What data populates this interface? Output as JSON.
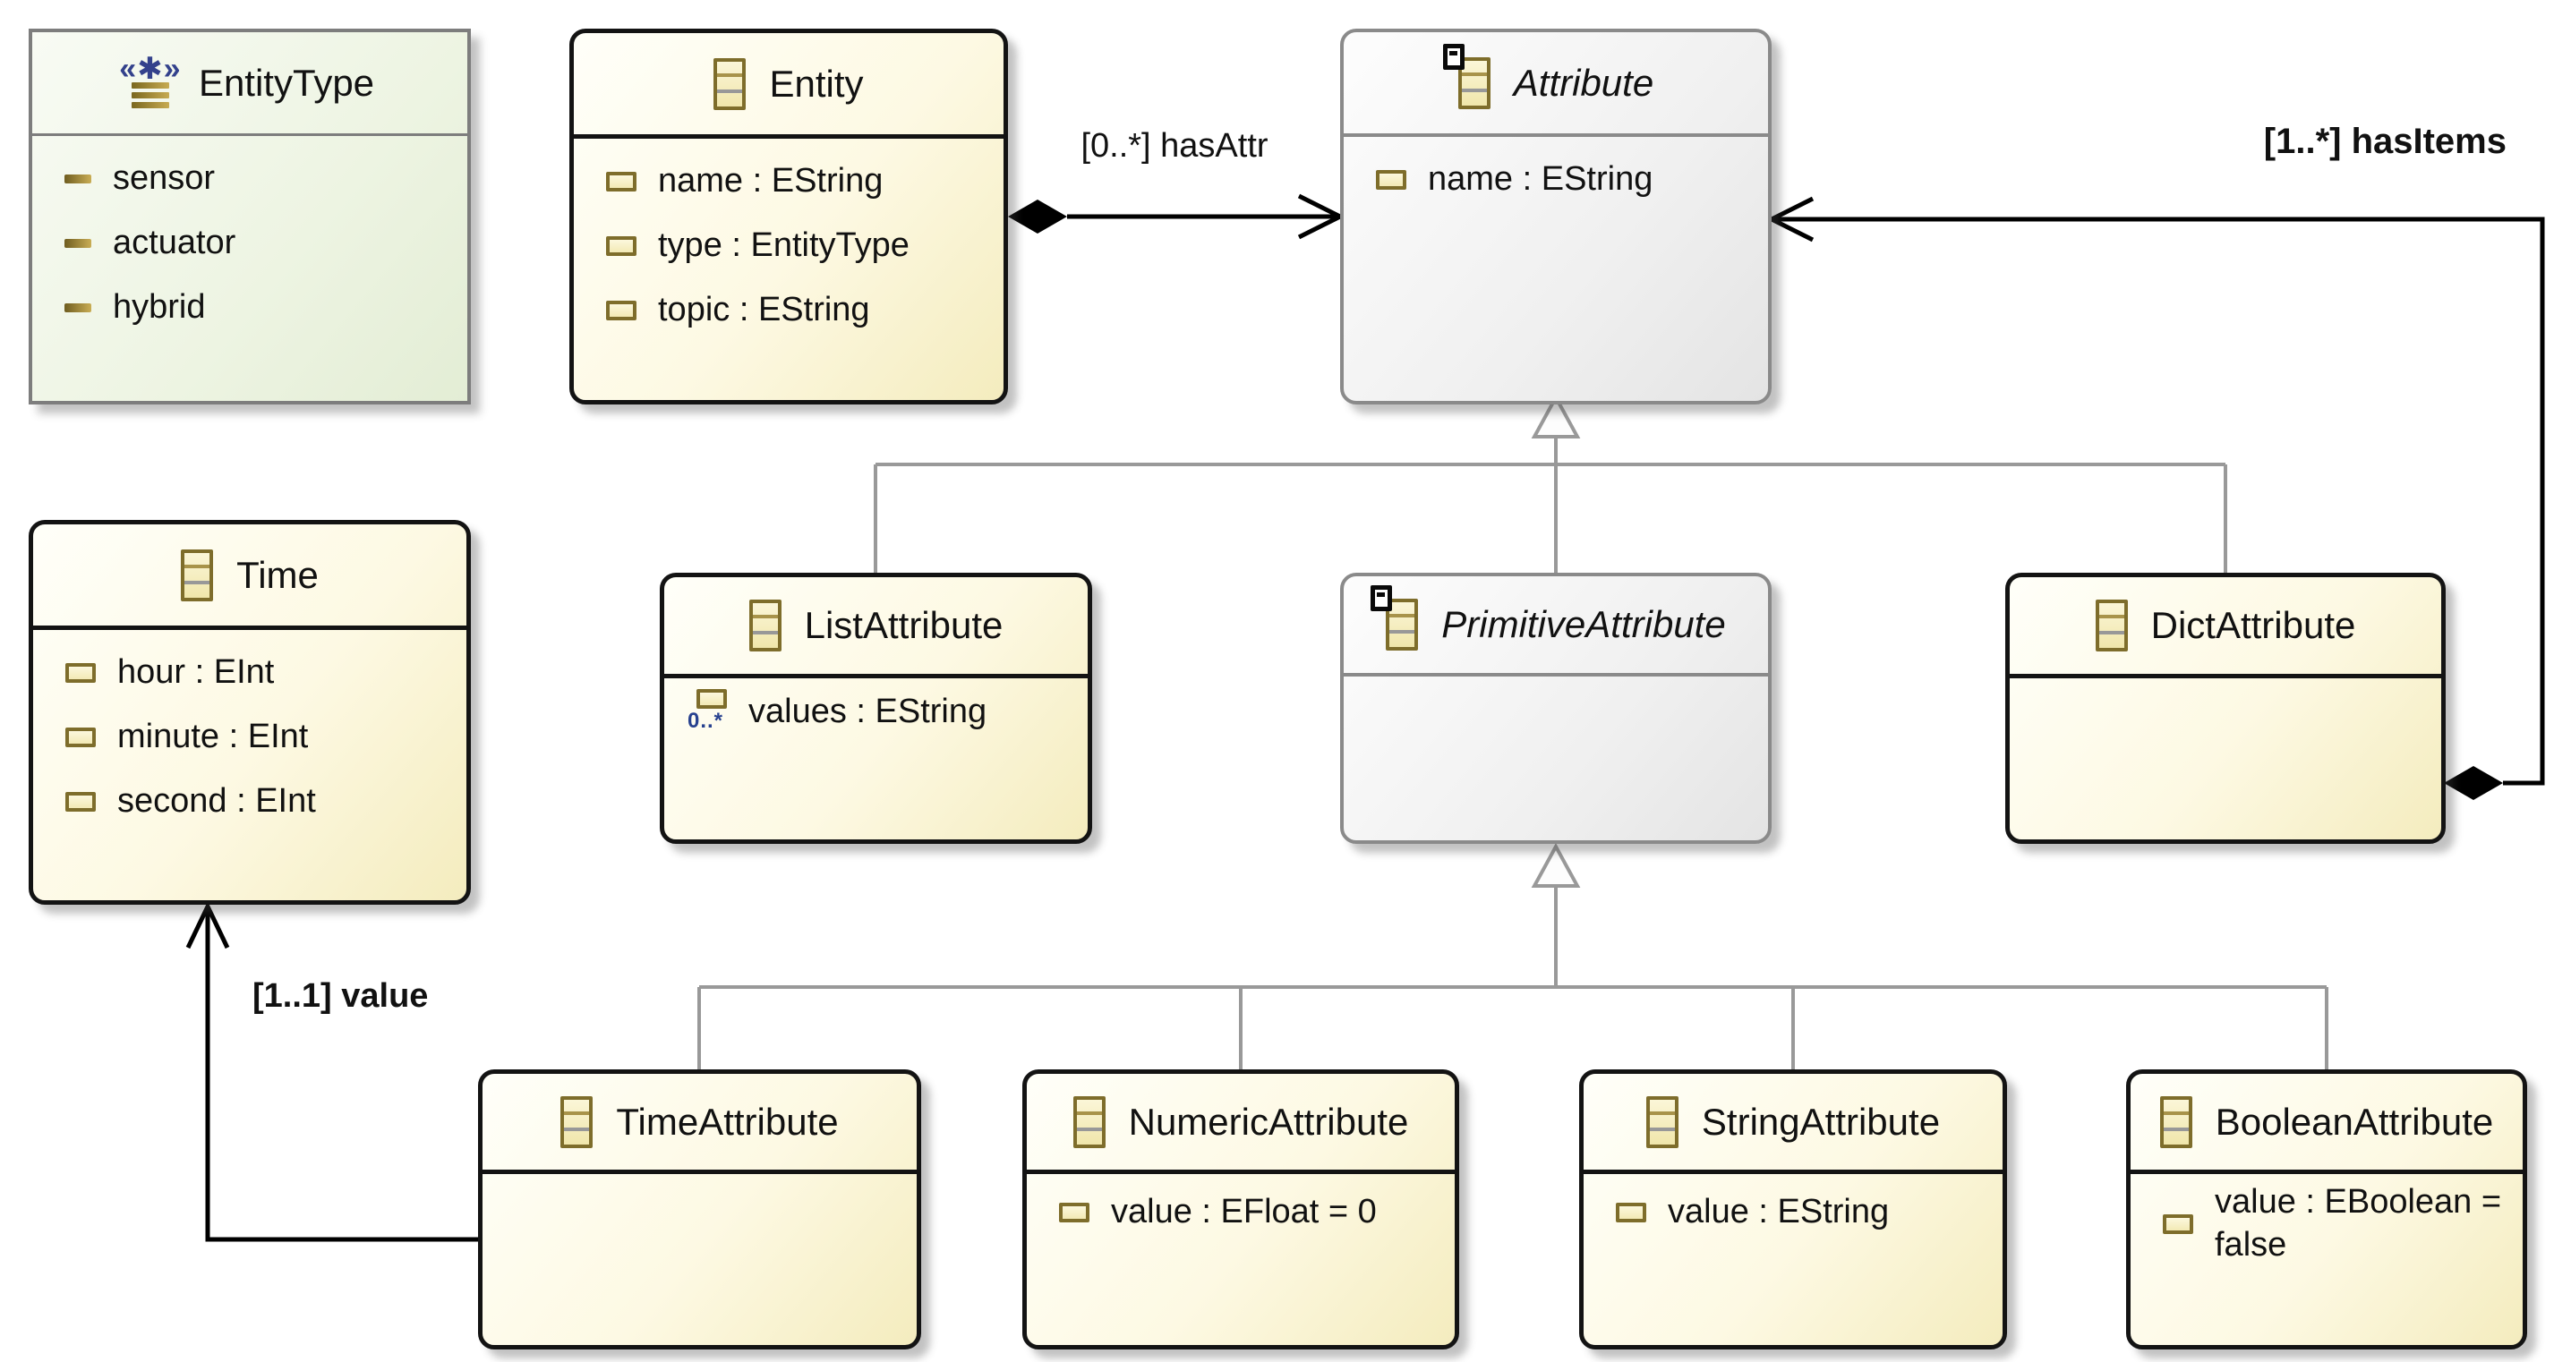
{
  "edges": {
    "hasAttr": {
      "label": "[0..*] hasAttr"
    },
    "hasItems": {
      "label": "[1..*] hasItems"
    },
    "value": {
      "label": "[1..1] value"
    }
  },
  "classes": {
    "entityType": {
      "title": "EntityType",
      "kind": "enum",
      "literals": [
        {
          "label": "sensor"
        },
        {
          "label": "actuator"
        },
        {
          "label": "hybrid"
        }
      ]
    },
    "entity": {
      "title": "Entity",
      "kind": "class",
      "attrs": [
        {
          "label": "name : EString"
        },
        {
          "label": "type : EntityType"
        },
        {
          "label": "topic : EString"
        }
      ]
    },
    "attribute": {
      "title": "Attribute",
      "kind": "abstract-class",
      "attrs": [
        {
          "label": "name : EString"
        }
      ]
    },
    "time": {
      "title": "Time",
      "kind": "class",
      "attrs": [
        {
          "label": "hour : EInt"
        },
        {
          "label": "minute : EInt"
        },
        {
          "label": "second : EInt"
        }
      ]
    },
    "listAttribute": {
      "title": "ListAttribute",
      "kind": "class",
      "attrs": [
        {
          "label": "values : EString",
          "multiplicity": "0..*"
        }
      ]
    },
    "primitiveAttribute": {
      "title": "PrimitiveAttribute",
      "kind": "abstract-class",
      "attrs": []
    },
    "dictAttribute": {
      "title": "DictAttribute",
      "kind": "class",
      "attrs": []
    },
    "timeAttribute": {
      "title": "TimeAttribute",
      "kind": "class",
      "attrs": []
    },
    "numericAttribute": {
      "title": "NumericAttribute",
      "kind": "class",
      "attrs": [
        {
          "label": "value : EFloat = 0"
        }
      ]
    },
    "stringAttribute": {
      "title": "StringAttribute",
      "kind": "class",
      "attrs": [
        {
          "label": "value : EString"
        }
      ]
    },
    "booleanAttribute": {
      "title": "BooleanAttribute",
      "kind": "class",
      "attrs": [
        {
          "label": "value : EBoolean = false"
        }
      ]
    }
  },
  "colors": {
    "class_fill_start": "#fffff9",
    "class_fill_end": "#f4ecbe",
    "class_border": "#131313",
    "abstract_fill_start": "#fdfdfd",
    "abstract_fill_end": "#e4e4e4",
    "abstract_border": "#8a8a8a",
    "enum_fill_start": "#f8fbf4",
    "enum_fill_end": "#e3edd5",
    "enum_border": "#7d7d7d",
    "generalization_edge": "#999999",
    "reference_edge": "#000000",
    "eenum_glyph_blue": "#33418c",
    "eicon_gold": "#7e6d2b"
  }
}
